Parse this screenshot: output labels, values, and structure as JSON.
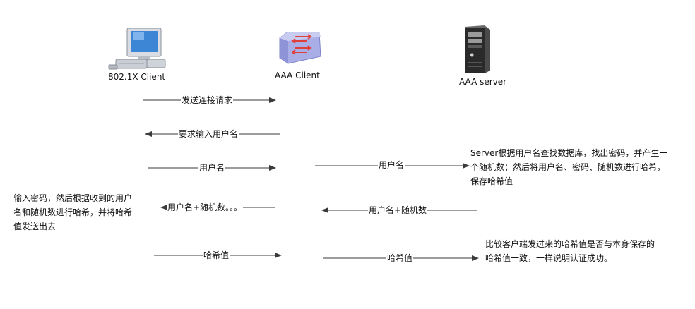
{
  "nodes": {
    "client_8021x": {
      "label": "802.1X  Client",
      "icon": "desktop-computer-icon"
    },
    "aaa_client": {
      "label": "AAA  Client",
      "icon": "network-switch-icon"
    },
    "aaa_server": {
      "label": "AAA  server",
      "icon": "server-tower-icon"
    }
  },
  "messages": [
    {
      "label": "发送连接请求",
      "direction": "right"
    },
    {
      "label": "要求输入用户名",
      "direction": "left"
    },
    {
      "label": "用户名",
      "direction": "right"
    },
    {
      "label": "用户名",
      "direction": "right"
    },
    {
      "label": "用户名+随机数。。。",
      "direction": "left"
    },
    {
      "label": "用户名+随机数",
      "direction": "left"
    },
    {
      "label": "哈希值",
      "direction": "right"
    },
    {
      "label": "哈希值",
      "direction": "right"
    }
  ],
  "notes": {
    "server_note": [
      "Server根据用户名查找数据库，找出密码，并产生一",
      "个随机数；然后将用户名、密码、随机数进行哈希，",
      "保存哈希值"
    ],
    "client_note": [
      "输入密码，然后根据收到的用户",
      "名和随机数进行哈希，并将哈希",
      "值发送出去"
    ],
    "compare_note": [
      "比较客户端发过来的哈希值是否与本身保存的",
      "哈希值一致，一样说明认证成功。"
    ]
  },
  "colors": {
    "line": "#3a3a3a",
    "text": "#111111",
    "switch_body": "#a9aee6",
    "switch_arrow": "#e0403a",
    "monitor_screen": "#3d86d6",
    "server_body": "#2a2a2a"
  }
}
